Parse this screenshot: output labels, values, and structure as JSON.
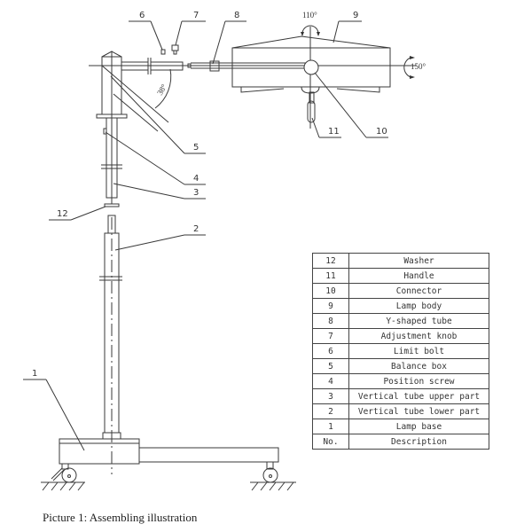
{
  "figure": {
    "caption": "Picture 1: Assembling illustration",
    "angles": {
      "arm_tilt": "38°",
      "lamp_pivot": "110°",
      "lamp_rotate": "150°"
    },
    "callouts": [
      "1",
      "2",
      "3",
      "4",
      "5",
      "6",
      "7",
      "8",
      "9",
      "10",
      "11",
      "12"
    ]
  },
  "parts_table": {
    "header": {
      "no": "No.",
      "description": "Description"
    },
    "rows": [
      {
        "no": "12",
        "description": "Washer"
      },
      {
        "no": "11",
        "description": "Handle"
      },
      {
        "no": "10",
        "description": "Connector"
      },
      {
        "no": "9",
        "description": "Lamp body"
      },
      {
        "no": "8",
        "description": "Y-shaped tube"
      },
      {
        "no": "7",
        "description": "Adjustment knob"
      },
      {
        "no": "6",
        "description": "Limit bolt"
      },
      {
        "no": "5",
        "description": "Balance box"
      },
      {
        "no": "4",
        "description": "Position screw"
      },
      {
        "no": "3",
        "description": "Vertical tube upper part"
      },
      {
        "no": "2",
        "description": "Vertical tube lower part"
      },
      {
        "no": "1",
        "description": "Lamp base"
      }
    ]
  }
}
